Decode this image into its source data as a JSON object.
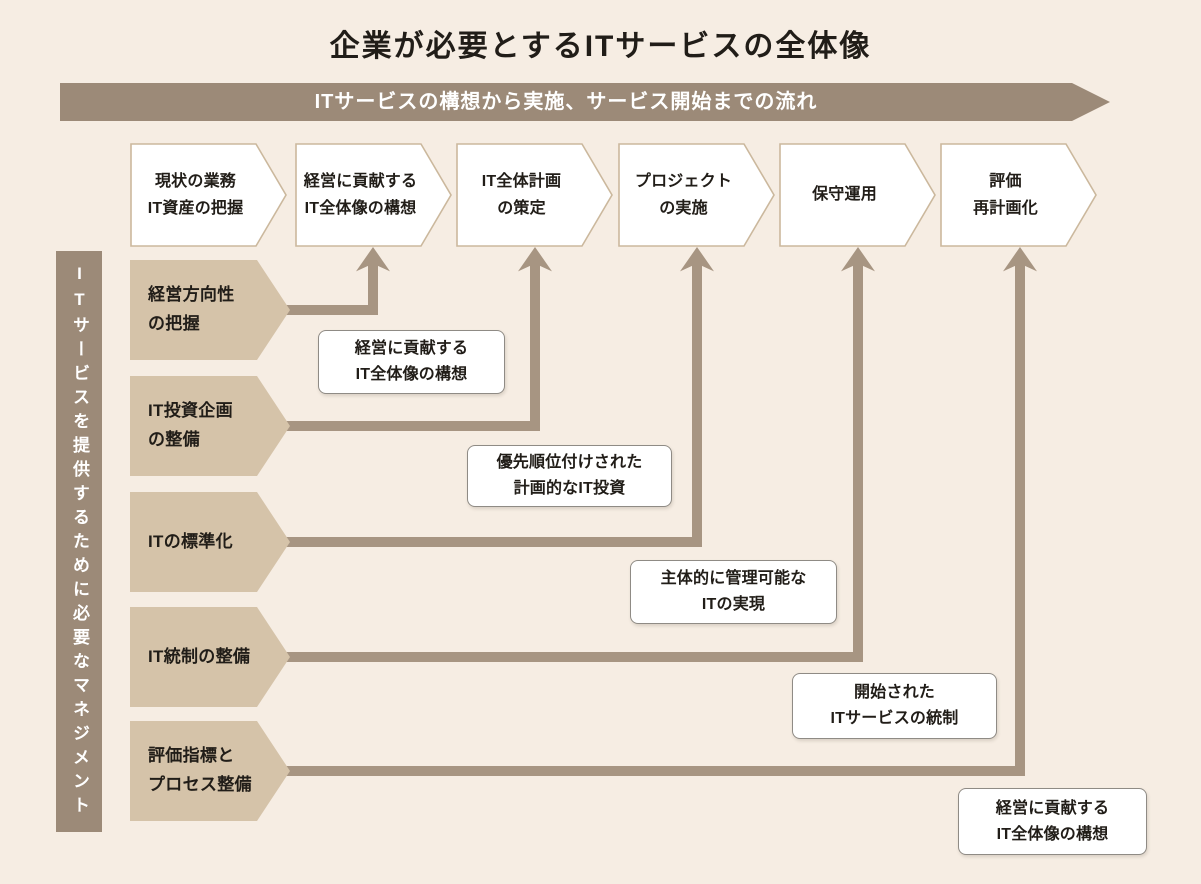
{
  "title": "企業が必要とするITサービスの全体像",
  "banner": {
    "label": "ITサービスの構想から実施、サービス開始までの流れ"
  },
  "sidebar": {
    "label": "ITサービスを提供するために必要なマネジメント"
  },
  "flow_steps": [
    {
      "label": "現状の業務\nIT資産の把握"
    },
    {
      "label": "経営に貢献する\nIT全体像の構想"
    },
    {
      "label": "IT全体計画\nの策定"
    },
    {
      "label": "プロジェクト\nの実施"
    },
    {
      "label": "保守運用"
    },
    {
      "label": "評価\n再計画化"
    }
  ],
  "management_items": [
    {
      "label": "経営方向性\nの把握"
    },
    {
      "label": "IT投資企画\nの整備"
    },
    {
      "label": "ITの標準化"
    },
    {
      "label": "IT統制の整備"
    },
    {
      "label": "評価指標と\nプロセス整備"
    }
  ],
  "outcome_labels": [
    {
      "label": "経営に貢献する\nIT全体像の構想"
    },
    {
      "label": "優先順位付けされた\n計画的なIT投資"
    },
    {
      "label": "主体的に管理可能な\nITの実現"
    },
    {
      "label": "開始された\nITサービスの統制"
    },
    {
      "label": "経営に貢献する\nIT全体像の構想"
    }
  ],
  "colors": {
    "background": "#f6ede3",
    "banner": "#9c8a78",
    "sidebar_bar": "#9c8a78",
    "pentagon_fill": "#d5c3a9",
    "arrow": "#a79582",
    "chevron_fill": "#ffffff",
    "chevron_border": "#cbb89d",
    "outcome_box_border": "#8f8b85",
    "text": "#211d18",
    "banner_text": "#ffffff"
  }
}
